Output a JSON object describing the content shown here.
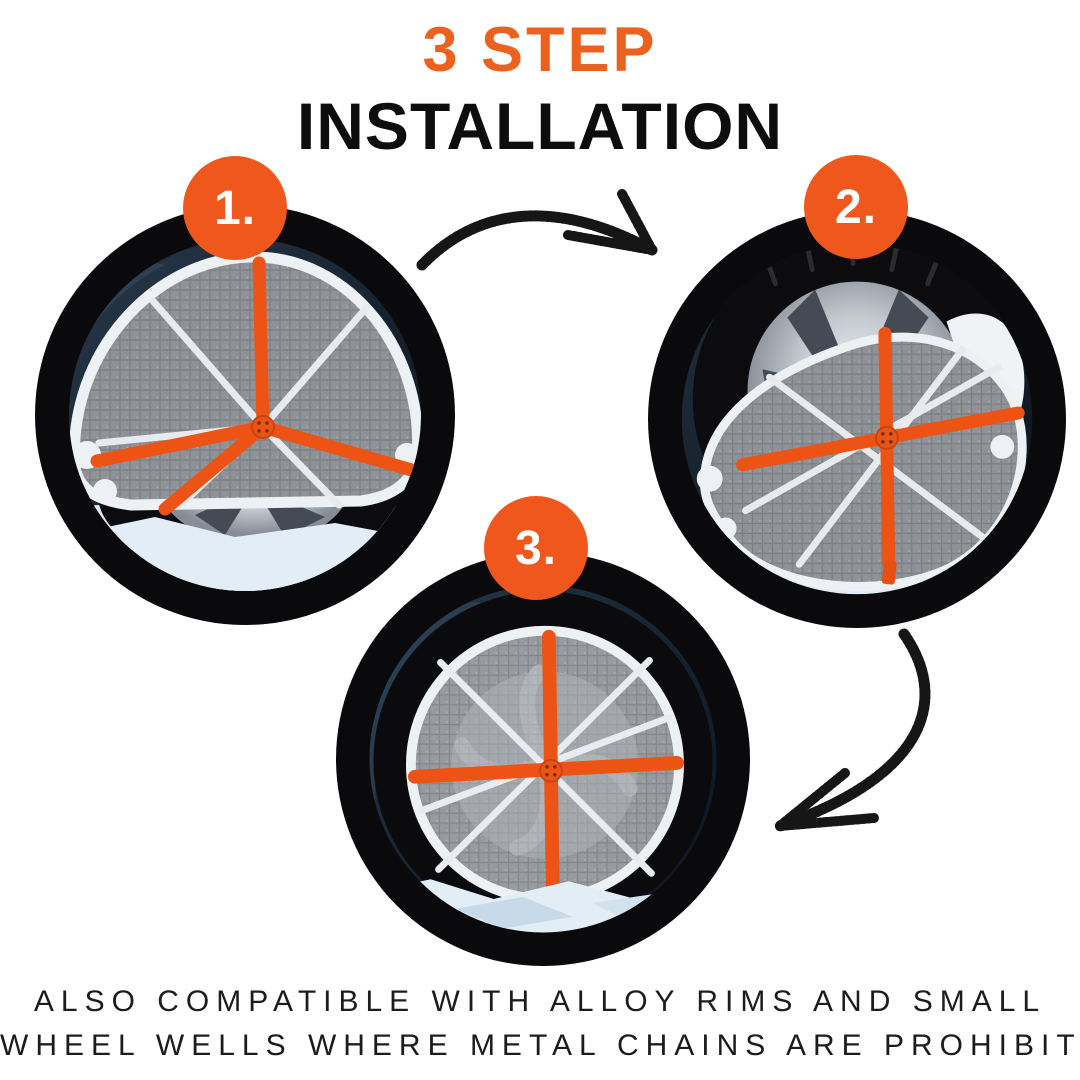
{
  "header": {
    "title_line1": "3 STEP",
    "title_line2": "INSTALLATION"
  },
  "steps": [
    {
      "number": "1."
    },
    {
      "number": "2."
    },
    {
      "number": "3."
    }
  ],
  "footer": {
    "line1": "ALSO COMPATIBLE WITH ALLOY RIMS AND SMALL",
    "line2": "WHEEL WELLS WHERE METAL CHAINS ARE PROHIBITED"
  },
  "icons": {
    "arrow_step1_to_step2": "sketchy-curved-arrow-right-icon",
    "arrow_step2_to_step3": "sketchy-curved-arrow-down-left-icon"
  },
  "colors": {
    "accent_orange": "#F0571C",
    "strap_orange": "#EE5316",
    "title_black": "#0D0D0D",
    "footer_text": "#1C1C1C",
    "tire_black": "#0B0B0E",
    "car_navy": "#1B2B3B",
    "sock_mesh_gray": "#8F9397",
    "sock_edge_white": "#EEF1F4",
    "snow_blue": "#DFE9F3",
    "page_background": "#FFFFFF"
  }
}
